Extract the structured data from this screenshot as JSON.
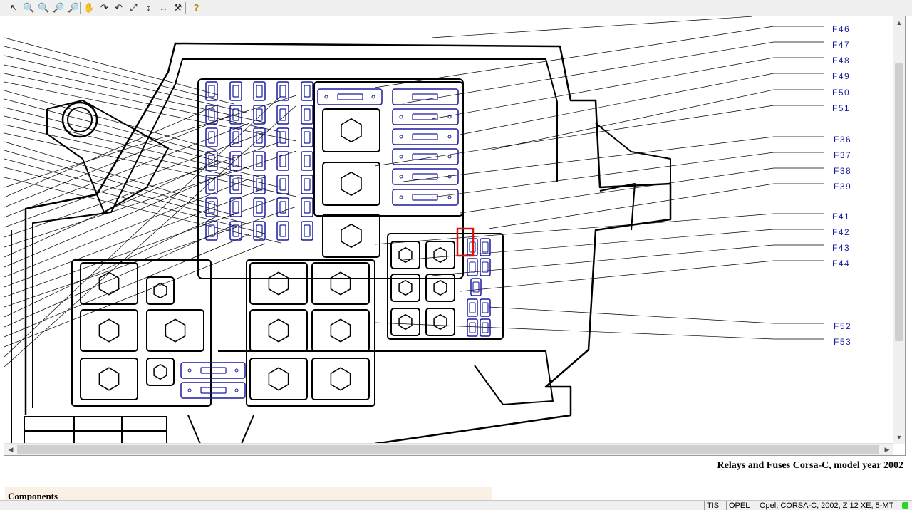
{
  "toolbar": {
    "tools": [
      {
        "name": "select-tool-icon",
        "glyph": "↖"
      },
      {
        "name": "zoom-in-icon",
        "glyph": "🔍"
      },
      {
        "name": "zoom-out-icon",
        "glyph": "🔍"
      },
      {
        "name": "zoom-tool-icon",
        "glyph": "🔎"
      },
      {
        "name": "zoom-window-icon",
        "glyph": "🔎"
      },
      {
        "name": "pan-hand-icon",
        "glyph": "✋"
      },
      {
        "name": "rotate-right-icon",
        "glyph": "↷"
      },
      {
        "name": "rotate-left-icon",
        "glyph": "↶"
      },
      {
        "name": "fit-all-icon",
        "glyph": "⤢"
      },
      {
        "name": "fit-height-icon",
        "glyph": "↕"
      },
      {
        "name": "fit-width-icon",
        "glyph": "↔"
      },
      {
        "name": "find-component-icon",
        "glyph": "⚒"
      },
      {
        "name": "help-icon",
        "glyph": "?"
      }
    ]
  },
  "diagram": {
    "labels": [
      "F46",
      "F47",
      "F48",
      "F49",
      "F50",
      "F51",
      "F36",
      "F37",
      "F38",
      "F39",
      "F41",
      "F42",
      "F43",
      "F44",
      "F52",
      "F53"
    ],
    "accent_color": "#1a1aa0",
    "highlight_color": "#e01010"
  },
  "title": "Relays and Fuses Corsa-C, model year 2002",
  "components_header": "Components",
  "status": {
    "app": "TIS",
    "make": "OPEL",
    "vehicle": "Opel, CORSA-C, 2002, Z 12 XE, 5-MT"
  }
}
